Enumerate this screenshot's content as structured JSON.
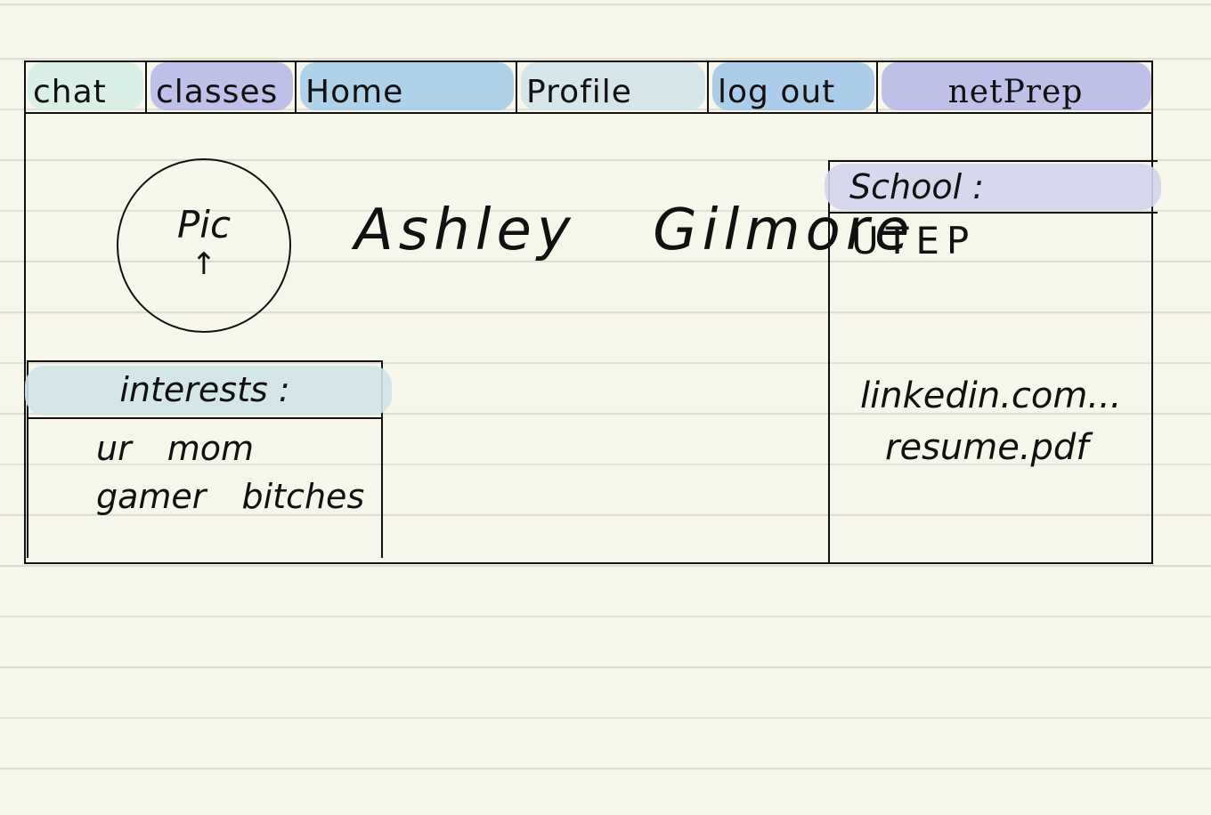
{
  "nav": {
    "tabs": [
      {
        "label": "chat",
        "color": "#d5efe6"
      },
      {
        "label": "classes",
        "color": "#b4b6e6"
      },
      {
        "label": "Home",
        "color": "#a1cbe9"
      },
      {
        "label": "Profile",
        "color": "#cfe2ea"
      },
      {
        "label": "log out",
        "color": "#9ec6ea"
      }
    ],
    "brand": {
      "label": "netPrep",
      "color": "#b4b6e6"
    }
  },
  "profile": {
    "picture": {
      "label": "Pic",
      "arrow": "↑"
    },
    "name": "Ashley Gilmore"
  },
  "interests": {
    "header": "interests :",
    "header_color": "#d0e4e9",
    "items": [
      "ur mom",
      "gamer bitches"
    ]
  },
  "school": {
    "header": "School :",
    "header_color": "#d3d5ee",
    "name": "UTEP",
    "links": [
      "linkedin.com...",
      "resume.pdf"
    ]
  }
}
